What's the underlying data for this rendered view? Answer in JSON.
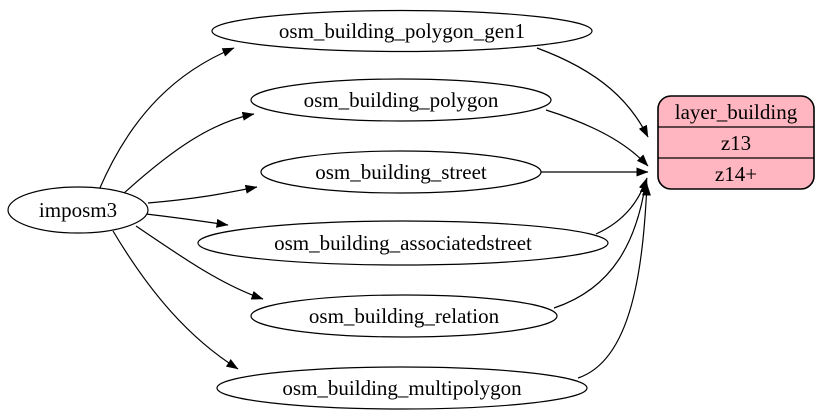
{
  "diagram": {
    "source": {
      "label": "imposm3"
    },
    "tables": [
      {
        "label": "osm_building_polygon_gen1"
      },
      {
        "label": "osm_building_polygon"
      },
      {
        "label": "osm_building_street"
      },
      {
        "label": "osm_building_associatedstreet"
      },
      {
        "label": "osm_building_relation"
      },
      {
        "label": "osm_building_multipolygon"
      }
    ],
    "layer": {
      "title": "layer_building",
      "zoom_rows": [
        "z13",
        "z14+"
      ]
    },
    "colors": {
      "layer_fill": "#ffb6c1",
      "node_stroke": "#000000",
      "edge": "#000000",
      "background": "#ffffff"
    },
    "edges": [
      {
        "from": "imposm3",
        "to": "osm_building_polygon_gen1"
      },
      {
        "from": "imposm3",
        "to": "osm_building_polygon"
      },
      {
        "from": "imposm3",
        "to": "osm_building_street"
      },
      {
        "from": "imposm3",
        "to": "osm_building_associatedstreet"
      },
      {
        "from": "imposm3",
        "to": "osm_building_relation"
      },
      {
        "from": "imposm3",
        "to": "osm_building_multipolygon"
      },
      {
        "from": "osm_building_polygon_gen1",
        "to": "layer_building",
        "target_row": "z13"
      },
      {
        "from": "osm_building_polygon",
        "to": "layer_building",
        "target_row": "z14+"
      },
      {
        "from": "osm_building_street",
        "to": "layer_building",
        "target_row": "z14+"
      },
      {
        "from": "osm_building_associatedstreet",
        "to": "layer_building",
        "target_row": "z14+"
      },
      {
        "from": "osm_building_relation",
        "to": "layer_building",
        "target_row": "z14+"
      },
      {
        "from": "osm_building_multipolygon",
        "to": "layer_building",
        "target_row": "z14+"
      }
    ]
  }
}
